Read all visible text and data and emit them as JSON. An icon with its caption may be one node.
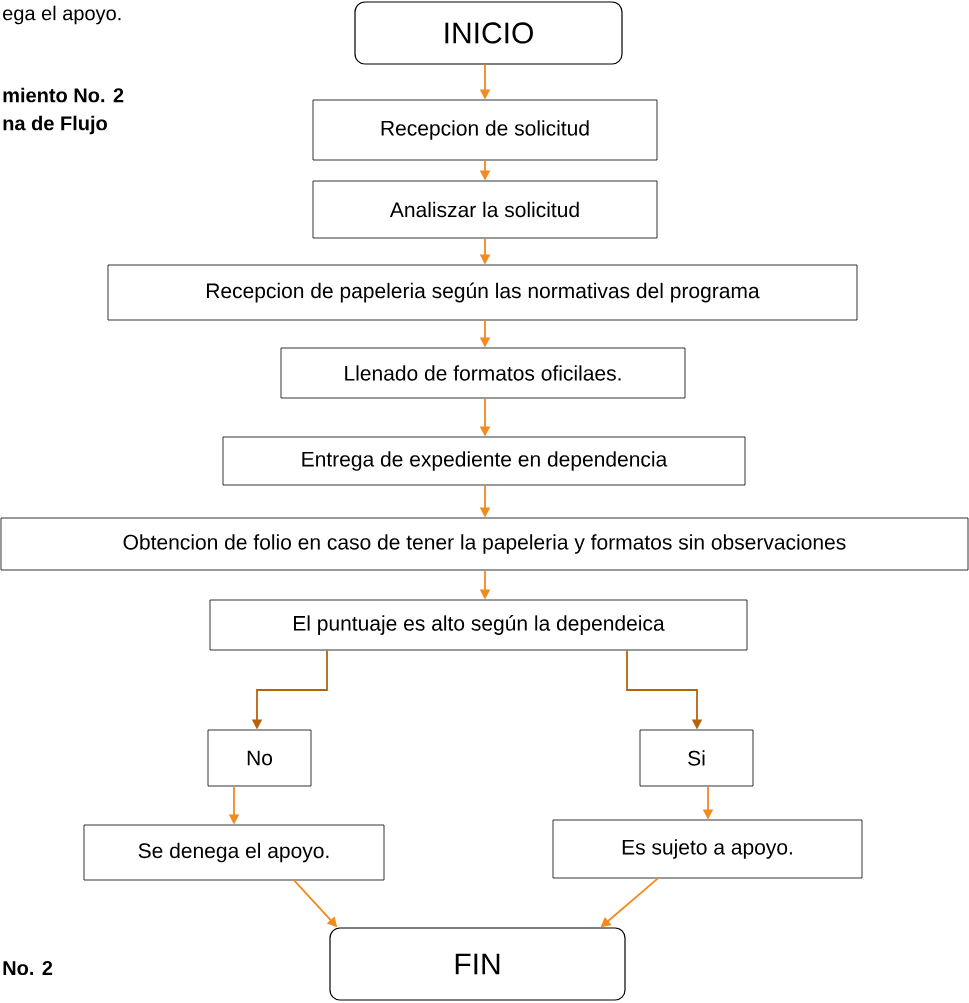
{
  "diagram": {
    "nodes": [
      {
        "text": [
          "INICIO"
        ]
      },
      {
        "text": [
          "Recepcion de solicitud"
        ]
      },
      {
        "text": [
          "Analiszar la solicitud"
        ]
      },
      {
        "text": [
          "Recepcion de papeleria según las normativas del programa"
        ]
      },
      {
        "text": [
          "Llenado de formatos oficilaes."
        ]
      },
      {
        "text": [
          "Entrega de expediente en dependencia"
        ]
      },
      {
        "text": [
          "Obtencion de folio en caso de tener la papeleria y formatos sin observaciones"
        ]
      },
      {
        "text": [
          "El puntuaje es alto según la dependeica"
        ]
      },
      {
        "text": [
          "No"
        ]
      },
      {
        "text": [
          "Si"
        ]
      },
      {
        "text": [
          "Se denega el apoyo."
        ]
      },
      {
        "text": [
          "Es sujeto a apoyo."
        ]
      },
      {
        "text": [
          "FIN"
        ]
      }
    ],
    "edges": [
      {
        "from": 0,
        "to": 1,
        "arrow": "to"
      },
      {
        "from": 1,
        "to": 2,
        "arrow": "to"
      },
      {
        "from": 2,
        "to": 3,
        "arrow": "to"
      },
      {
        "from": 3,
        "to": 4,
        "arrow": "to"
      },
      {
        "from": 4,
        "to": 5,
        "arrow": "to"
      },
      {
        "from": 5,
        "to": 6,
        "arrow": "to"
      },
      {
        "from": 6,
        "to": 7,
        "arrow": "to"
      },
      {
        "from": 7,
        "to": 8,
        "arrow": "to",
        "color": "#b8620e"
      },
      {
        "from": 7,
        "to": 9,
        "arrow": "to",
        "color": "#b8620e"
      },
      {
        "from": 8,
        "to": 10,
        "arrow": "to"
      },
      {
        "from": 9,
        "to": 11,
        "arrow": "to"
      },
      {
        "from": 10,
        "to": 12,
        "arrow": "to"
      },
      {
        "from": 11,
        "to": 12,
        "arrow": "to"
      }
    ],
    "labels": [
      "ega el apoyo.",
      "miento No. 2",
      "na de Flujo",
      "No. 2"
    ]
  }
}
